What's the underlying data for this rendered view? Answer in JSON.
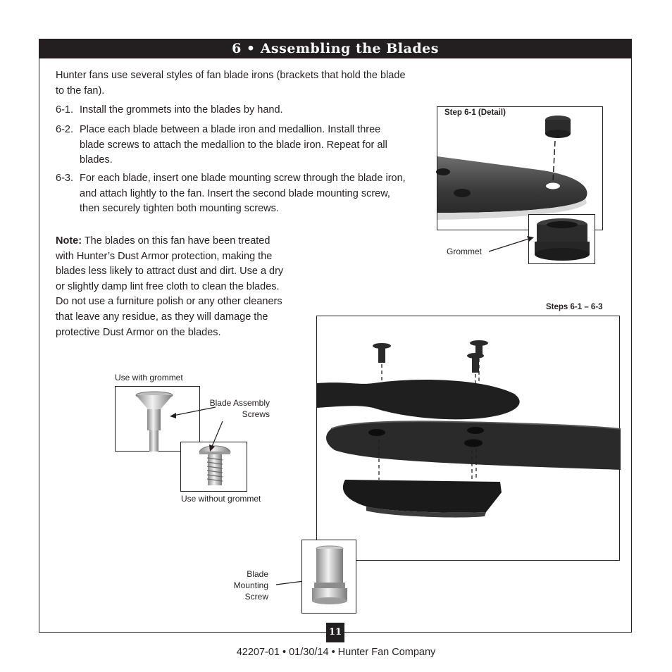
{
  "header": {
    "title": "6 • Assembling the Blades"
  },
  "intro": "Hunter fans use several styles of fan blade irons (brackets that hold the blade to the fan).",
  "steps": [
    {
      "num": "6-1.",
      "text": "Install the grommets into the blades by hand."
    },
    {
      "num": "6-2.",
      "text": "Place each blade between a blade iron and medallion. Install three blade screws to attach the medallion to the blade iron. Repeat for all blades."
    },
    {
      "num": "6-3.",
      "text": "For each blade, insert one blade mounting screw through the blade iron, and attach lightly to the fan. Insert the second blade mounting screw, then securely tighten both mounting screws."
    }
  ],
  "note": {
    "label": "Note:",
    "text": " The blades on this fan have been treated with Hunter’s Dust Armor protection, making the blades less likely to attract dust and dirt. Use a dry or slightly damp lint free cloth to clean the blades. Do not use a furniture polish or any other cleaners that leave any residue, as they will damage the protective Dust Armor on the blades."
  },
  "figures": {
    "detail_title": "Step 6-1 (Detail)",
    "grommet_label": "Grommet",
    "steps_title": "Steps 6-1 – 6-3",
    "use_with_grommet": "Use with grommet",
    "blade_assembly_screws": [
      "Blade Assembly",
      "Screws"
    ],
    "use_without_grommet": "Use without grommet",
    "blade_mounting_screw": [
      "Blade",
      "Mounting",
      "Screw"
    ]
  },
  "page_number": "11",
  "footer": "42207-01  •  01/30/14  •  Hunter Fan Company"
}
